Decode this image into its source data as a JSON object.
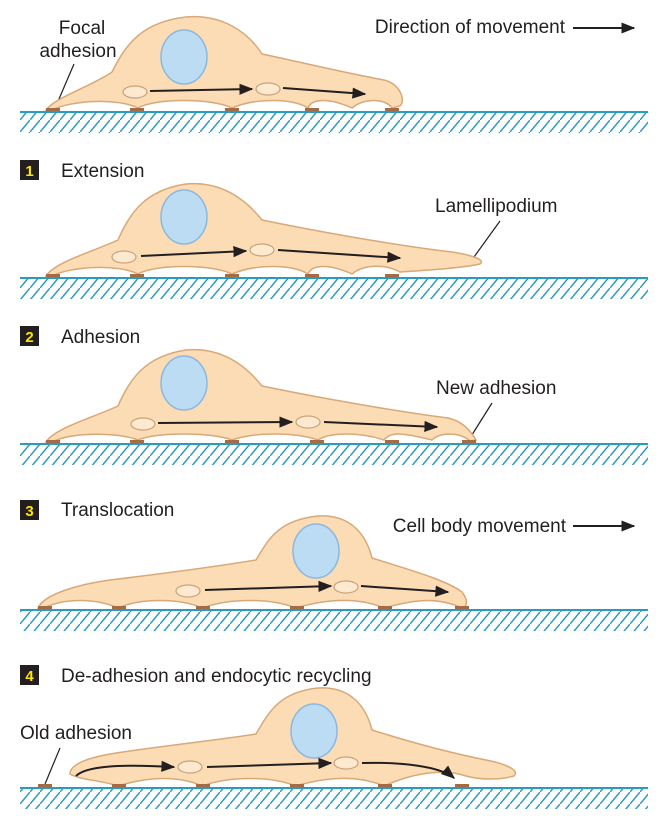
{
  "header": {
    "focal_adhesion_line1": "Focal",
    "focal_adhesion_line2": "adhesion",
    "direction_label": "Direction of movement"
  },
  "steps": [
    {
      "number": "1",
      "title": "Extension",
      "callout": "Lamellipodium"
    },
    {
      "number": "2",
      "title": "Adhesion",
      "callout": "New adhesion"
    },
    {
      "number": "3",
      "title": "Translocation",
      "callout": "Cell body movement"
    },
    {
      "number": "4",
      "title": "De-adhesion and endocytic recycling",
      "callout": "Old adhesion"
    }
  ],
  "colors": {
    "cell_fill": "#fbdcb5",
    "cell_outline": "#d9a877",
    "nucleus_fill": "#bcdcf4",
    "nucleus_outline": "#8cb8de",
    "adhesion": "#a66a45",
    "substrate": "#2a9bc0",
    "step_badge": "#231f20",
    "step_badge_text": "#ffe600",
    "arrow": "#231f20"
  }
}
